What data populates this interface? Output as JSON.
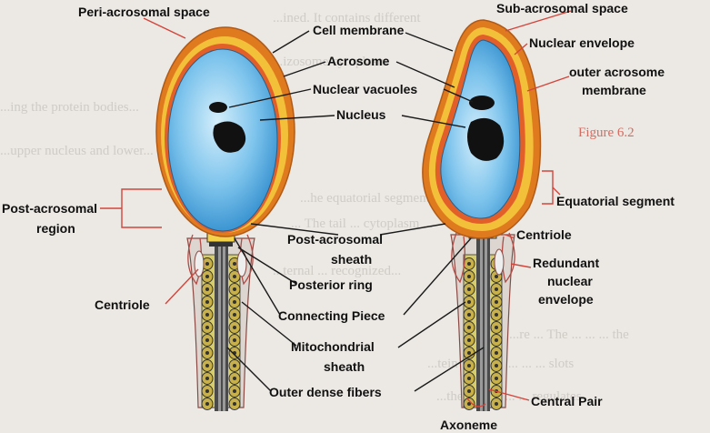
{
  "background_text": [
    "...ined. It contains different",
    "...izosome cytoplasm",
    "...ing the protein bodies...",
    "...upper nucleus and lower...",
    "...",
    "...he equatorial segment",
    "... The tail ... cytoplasm ...",
    "...ternal ... recognized...",
    "...re ... The ... ... ... the",
    "...tein covered ... ... ... slots",
    "...the ... part ... ... regulates"
  ],
  "labels": {
    "peri_acrosomal_space": "Peri-acrosomal space",
    "cell_membrane": "Cell membrane",
    "acrosome": "Acrosome",
    "nuclear_vacuoles": "Nuclear vacuoles",
    "nucleus": "Nucleus",
    "sub_acrosomal_space": "Sub-acrosomal space",
    "nuclear_envelope": "Nuclear envelope",
    "outer_acrosome_membrane_1": "outer acrosome",
    "outer_acrosome_membrane_2": "membrane",
    "post_acrosomal_region_1": "Post-acrosomal",
    "post_acrosomal_region_2": "region",
    "equatorial_segment": "Equatorial segment",
    "post_acrosomal_sheath_1": "Post-acrosomal",
    "post_acrosomal_sheath_2": "sheath",
    "centriole_right": "Centriole",
    "redundant_1": "Redundant",
    "redundant_2": "nuclear",
    "redundant_3": "envelope",
    "posterior_ring": "Posterior ring",
    "centriole_left": "Centriole",
    "connecting_piece": "Connecting Piece",
    "mitochondrial_sheath_1": "Mitochondrial",
    "mitochondrial_sheath_2": "sheath",
    "outer_dense_fibers": "Outer dense fibers",
    "central_pair": "Central Pair",
    "axoneme": "Axoneme",
    "figure_ref": "Figure 6.2"
  },
  "colors": {
    "cell_membrane": "#e07a1f",
    "acrosome": "#f3c03a",
    "nucleus": "#5fb6e8",
    "chromatin": "#111111",
    "mitochondria": "#c8b04a",
    "background": "#ece9e4"
  }
}
